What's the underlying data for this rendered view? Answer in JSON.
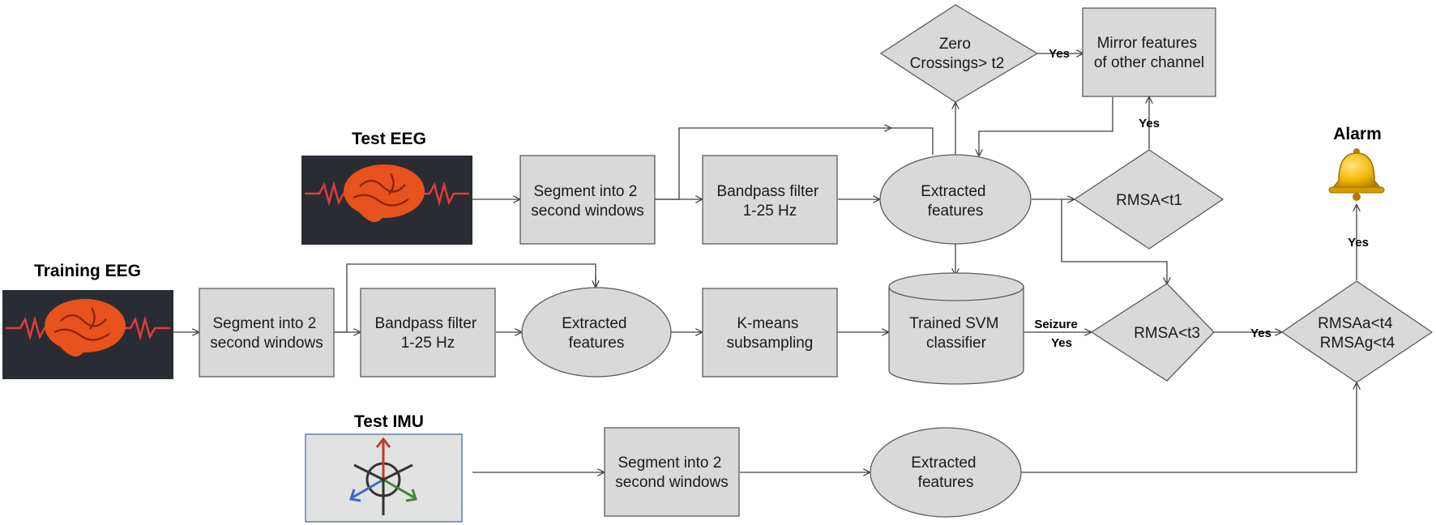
{
  "titles": {
    "test_eeg": "Test EEG",
    "training_eeg": "Training EEG",
    "test_imu": "Test IMU",
    "alarm": "Alarm"
  },
  "nodes": {
    "seg_test_eeg": [
      "Segment into 2",
      "second windows"
    ],
    "bp_test_eeg": [
      "Bandpass filter",
      "1-25 Hz"
    ],
    "feat_test_eeg": [
      "Extracted",
      "features"
    ],
    "zero_cross": [
      "Zero",
      "Crossings> t2"
    ],
    "mirror": [
      "Mirror features",
      "of other channel"
    ],
    "rmsa_t1": [
      "RMSA<t1"
    ],
    "seg_train": [
      "Segment into 2",
      "second windows"
    ],
    "bp_train": [
      "Bandpass filter",
      "1-25 Hz"
    ],
    "feat_train": [
      "Extracted",
      "features"
    ],
    "kmeans": [
      "K-means",
      "subsampling"
    ],
    "svm": [
      "Trained SVM",
      "classifier"
    ],
    "rmsa_t3": [
      "RMSA<t3"
    ],
    "rmsa_t4": [
      "RMSAa<t4",
      "RMSAg<t4"
    ],
    "seg_imu": [
      "Segment into 2",
      "second windows"
    ],
    "feat_imu": [
      "Extracted",
      "features"
    ]
  },
  "edge_labels": {
    "yes_zero": "Yes",
    "yes_rmsa_t1": "Yes",
    "seizure": "Seizure",
    "seizure_yes": "Yes",
    "yes_t3": "Yes",
    "yes_alarm": "Yes"
  },
  "colors": {
    "box_fill": "#d9d9d9",
    "box_stroke": "#5b5b5b",
    "eeg_bg": "#2a2c33",
    "brain": "#e8521c",
    "signal": "#e03c3c",
    "imu_bg": "#e2e2e2",
    "bell": "#f2b705"
  },
  "icons": {
    "test_eeg_image": "brain-signal-icon",
    "training_eeg_image": "brain-signal-icon",
    "imu_image": "imu-axes-icon",
    "alarm_image": "bell-icon"
  }
}
